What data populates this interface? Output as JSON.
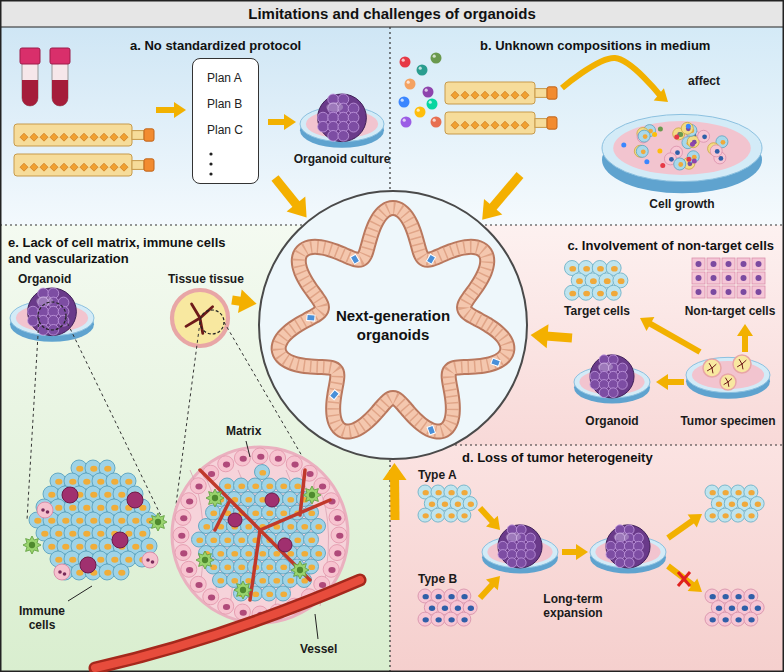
{
  "diagram": {
    "title": "Limitations and challenges of organoids",
    "nodes": [
      {
        "text": [
          "a. No standardized protocol"
        ]
      },
      {
        "text": [
          "Plan A",
          "Plan B",
          "Plan C"
        ],
        "in": 0
      },
      {
        "text": [
          "b. Unknown compositions in medium"
        ]
      },
      {
        "text": [
          "e. Lack of cell matrix, immune cells and vascularization"
        ]
      },
      {
        "text": [
          "Next-generation organoids"
        ]
      },
      {
        "text": [
          "c. Involvement of non-target cells"
        ]
      },
      {
        "text": [
          "d. Loss of tumor heterogeneity"
        ]
      }
    ],
    "edges": [
      {
        "from": 0,
        "to": 4,
        "arrow": "to"
      },
      {
        "from": 2,
        "to": 4,
        "arrow": "to"
      },
      {
        "from": 3,
        "to": 4,
        "arrow": "to"
      },
      {
        "from": 5,
        "to": 4,
        "arrow": "to"
      },
      {
        "from": 6,
        "to": 4,
        "arrow": "to"
      }
    ],
    "labels": [
      "Organoid culture",
      "affect",
      "Cell growth",
      "Organoid",
      "Tissue tissue",
      "Matrix",
      "Immune cells",
      "Vessel",
      "Target cells",
      "Non-target cells",
      "Organoid",
      "Tumor specimen",
      "Type A",
      "Type B",
      "Long-term expansion"
    ]
  }
}
